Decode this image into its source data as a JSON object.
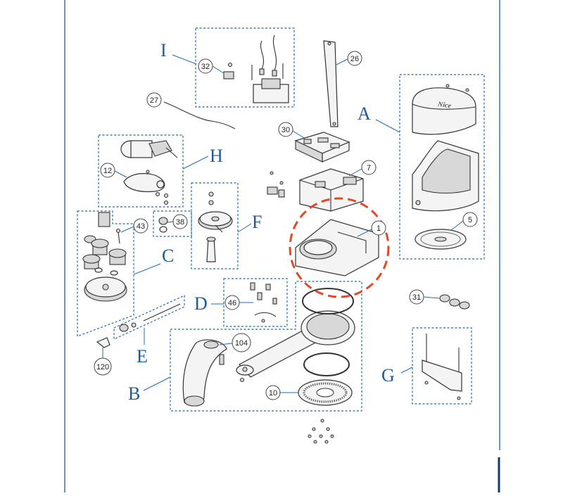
{
  "groups": {
    "A": "A",
    "B": "B",
    "C": "C",
    "D": "D",
    "E": "E",
    "F": "F",
    "G": "G",
    "H": "H",
    "I": "I"
  },
  "callouts": {
    "n1": "1",
    "n5": "5",
    "n7": "7",
    "n10": "10",
    "n12": "12",
    "n26": "26",
    "n27": "27",
    "n30": "30",
    "n31": "31",
    "n32": "32",
    "n38": "38",
    "n43": "43",
    "n46": "46",
    "n104": "104",
    "n120": "120"
  },
  "brand_logo": "Nice",
  "colors": {
    "frame": "#2a6aa8",
    "group_label": "#1e5aa0",
    "highlight": "#e04a2a",
    "callout_circle_highlight": "#c0392b"
  }
}
